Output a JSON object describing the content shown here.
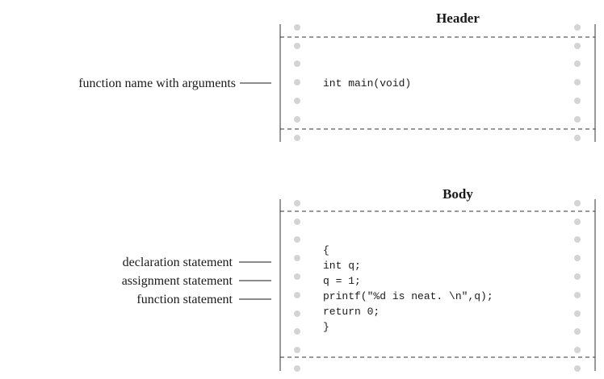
{
  "header_panel": {
    "title": "Header",
    "code_lines": [
      "int main(void)"
    ],
    "labels": [
      "function name with arguments"
    ]
  },
  "body_panel": {
    "title": "Body",
    "code_lines": [
      "{",
      "int q;",
      "q = 1;",
      "printf(\"%d is neat. \\n\",q);",
      "return 0;",
      "}"
    ],
    "labels": [
      "declaration statement",
      "assignment statement",
      "function statement"
    ]
  }
}
